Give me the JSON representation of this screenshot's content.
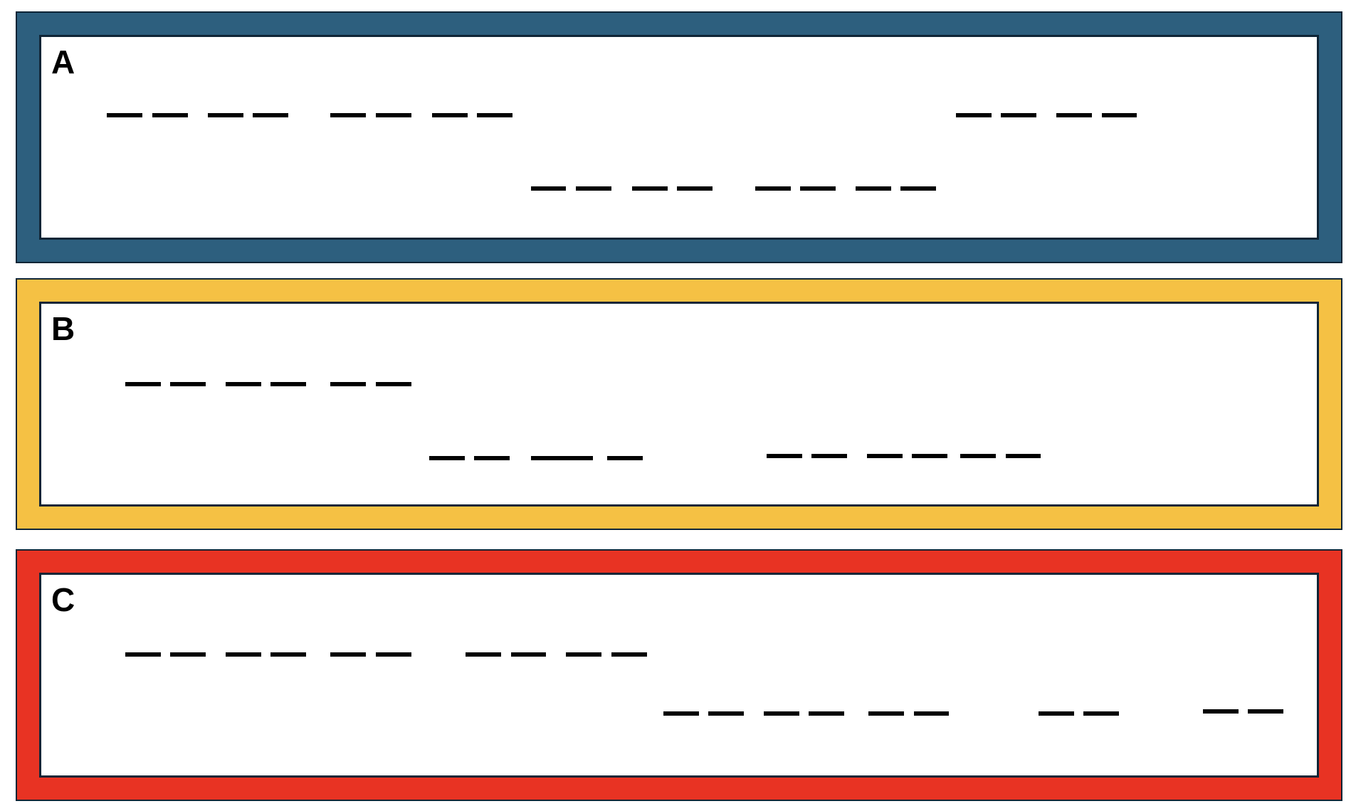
{
  "panels": [
    {
      "label": "A",
      "color": "#2d5f7e"
    },
    {
      "label": "B",
      "color": "#f5c144"
    },
    {
      "label": "C",
      "color": "#e83323"
    }
  ]
}
